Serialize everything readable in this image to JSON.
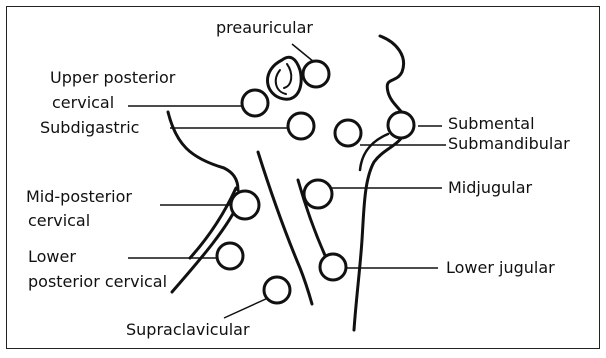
{
  "labels": {
    "preauricular": "preauricular",
    "upper_posterior_cervical_line1": "Upper posterior",
    "upper_posterior_cervical_line2": "cervical",
    "subdigastric": "Subdigastric",
    "submental": "Submental",
    "submandibular": "Submandibular",
    "mid_posterior_cervical_line1": "Mid-posterior",
    "mid_posterior_cervical_line2": "cervical",
    "midjugular": "Midjugular",
    "lower_posterior_cervical_line1": "Lower",
    "lower_posterior_cervical_line2": "posterior cervical",
    "lower_jugular": "Lower jugular",
    "supraclavicular": "Supraclavicular"
  }
}
